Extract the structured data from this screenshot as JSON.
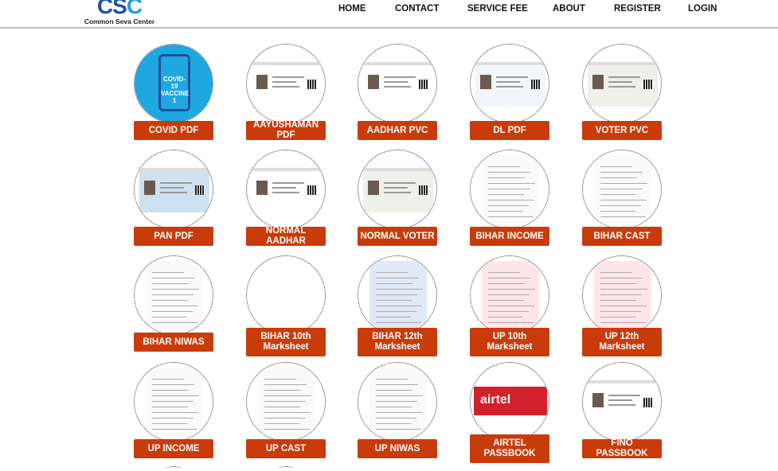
{
  "header": {
    "logo_mark": "CSC",
    "logo_text": "Common Seva Center",
    "nav": [
      "HOME",
      "CONTACT",
      "SERVICE FEE",
      "ABOUT",
      "REGISTER",
      "LOGIN"
    ]
  },
  "colors": {
    "button": "#c93c0a",
    "logo_blue": "#1d4fa0",
    "logo_light": "#1e9fd6"
  },
  "services": [
    {
      "label": "COVID PDF",
      "image": "covid-vaccine"
    },
    {
      "label": "AAYUSHAMAN PDF",
      "image": "ayushman-card"
    },
    {
      "label": "AADHAR PVC",
      "image": "aadhar-card"
    },
    {
      "label": "DL PDF",
      "image": "driving-licence"
    },
    {
      "label": "VOTER PVC",
      "image": "voter-card"
    },
    {
      "label": "PAN PDF",
      "image": "pan-card"
    },
    {
      "label": "NORMAL AADHAR",
      "image": "aadhar-card"
    },
    {
      "label": "NORMAL VOTER",
      "image": "voter-card"
    },
    {
      "label": "BIHAR INCOME",
      "image": "certificate"
    },
    {
      "label": "BIHAR CAST",
      "image": "certificate"
    },
    {
      "label": "BIHAR NIWAS",
      "image": "certificate"
    },
    {
      "label": "BIHAR 10th Marksheet",
      "image": "blank"
    },
    {
      "label": "BIHAR 12th Marksheet",
      "image": "marksheet"
    },
    {
      "label": "UP 10th Marksheet",
      "image": "marksheet-pink"
    },
    {
      "label": "UP 12th Marksheet",
      "image": "marksheet-pink"
    },
    {
      "label": "UP INCOME",
      "image": "certificate"
    },
    {
      "label": "UP CAST",
      "image": "certificate"
    },
    {
      "label": "UP NIWAS",
      "image": "certificate"
    },
    {
      "label": "AIRTEL PASSBOOK",
      "image": "airtel-passbook"
    },
    {
      "label": "FINO PASSBOOK",
      "image": "fino-passbook"
    }
  ],
  "covid_image_text": "COVID-19 VACCINE 1",
  "airtel_text": "airtel"
}
